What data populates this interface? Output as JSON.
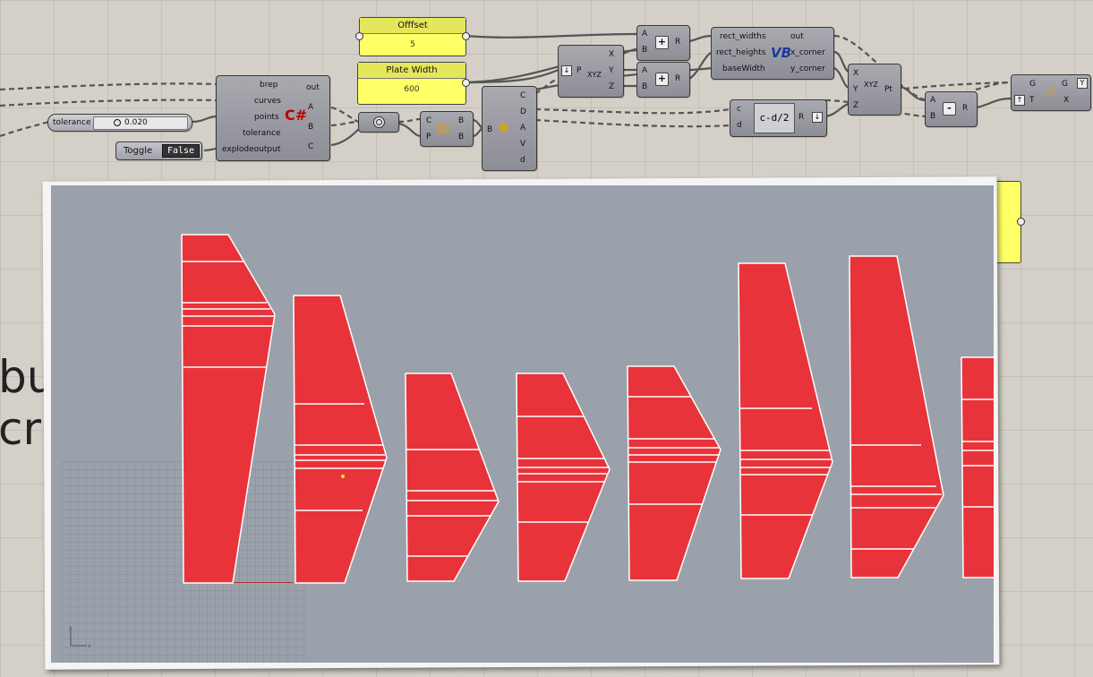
{
  "canvas": {
    "panels": {
      "offset": {
        "title": "Offfset",
        "value": "5"
      },
      "plate_width": {
        "title": "Plate Width",
        "value": "600"
      }
    },
    "slider": {
      "label": "tolerance",
      "value": "0.020"
    },
    "toggle": {
      "label": "Toggle",
      "value": "False"
    },
    "csharp": {
      "icon": "C#",
      "inputs": [
        "brep",
        "curves",
        "points",
        "tolerance",
        "explodeoutput"
      ],
      "outputs": [
        "out",
        "A",
        "B",
        "C"
      ]
    },
    "deconstruct_brep": {
      "inputs": [
        "B"
      ],
      "outputs": [
        "C",
        "D",
        "A",
        "V",
        "d"
      ]
    },
    "curve_param": {
      "inputs": [
        "C",
        "P"
      ],
      "outputs": [
        "B",
        "B"
      ]
    },
    "deconstruct_point": {
      "inputs": [
        "P"
      ],
      "outputs": [
        "X",
        "Y",
        "Z"
      ],
      "icon": "XYZ"
    },
    "addition_1": {
      "inputs": [
        "A",
        "B"
      ],
      "op": "+",
      "output": "R"
    },
    "addition_2": {
      "inputs": [
        "A",
        "B"
      ],
      "op": "+",
      "output": "R"
    },
    "vb": {
      "icon": "VB",
      "inputs": [
        "rect_widths",
        "rect_heights",
        "baseWidth"
      ],
      "outputs": [
        "out",
        "x_corner",
        "y_corner"
      ]
    },
    "expression": {
      "inputs": [
        "c",
        "d"
      ],
      "expr": "c-d/2",
      "output": "R"
    },
    "construct_point": {
      "inputs": [
        "X",
        "Y",
        "Z"
      ],
      "output": "Pt",
      "icon": "XYZ"
    },
    "subtraction": {
      "inputs": [
        "A",
        "B"
      ],
      "op": "-",
      "output": "R"
    },
    "move": {
      "inputs": [
        "G",
        "T"
      ],
      "outputs": [
        "G",
        "X"
      ]
    },
    "background_text": {
      "line1": "bu",
      "line2": "cri"
    }
  },
  "viewport": {
    "background": "#9aa1ab",
    "shape_fill": "#e8333a",
    "shape_edge": "#ffffff"
  }
}
